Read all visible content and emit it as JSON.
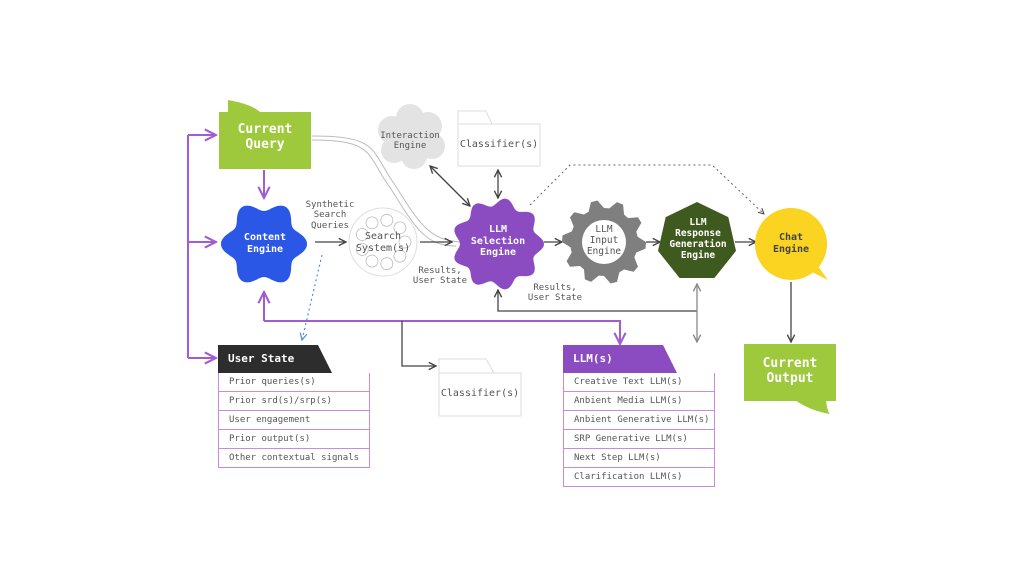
{
  "nodes": {
    "current_query": "Current\nQuery",
    "content_engine": "Content\nEngine",
    "search_system": "Search\nSystem(s)",
    "interaction_engine": "Interaction\nEngine",
    "classifier_top": "Classifier(s)",
    "llm_selection_engine": "LLM\nSelection\nEngine",
    "llm_input_engine": "LLM\nInput\nEngine",
    "llm_response_engine": "LLM\nResponse\nGeneration\nEngine",
    "chat_engine": "Chat\nEngine",
    "current_output": "Current\nOutput",
    "classifier_bottom": "Classifier(s)"
  },
  "edge_labels": {
    "synthetic_queries": "Synthetic\nSearch\nQueries",
    "results_1": "Results,\nUser State",
    "results_2": "Results,\nUser State"
  },
  "user_state": {
    "title": "User State",
    "rows": [
      "Prior queries(s)",
      "Prior srd(s)/srp(s)",
      "User engagement",
      "Prior output(s)",
      "Other contextual signals"
    ]
  },
  "llms": {
    "title": "LLM(s)",
    "rows": [
      "Creative Text LLM(s)",
      "Anbient Media LLM(s)",
      "Anbient Generative LLM(s)",
      "SRP Generative LLM(s)",
      "Next Step LLM(s)",
      "Clarification LLM(s)"
    ]
  },
  "colors": {
    "green": "#9fc93c",
    "blue": "#2b57e6",
    "purple": "#8b4cc2",
    "gray_gear": "#7f7f7f",
    "dark_green": "#3f5a1e",
    "yellow": "#fbd321",
    "dark": "#2d2d2d",
    "purple_line": "#a35bd1"
  }
}
